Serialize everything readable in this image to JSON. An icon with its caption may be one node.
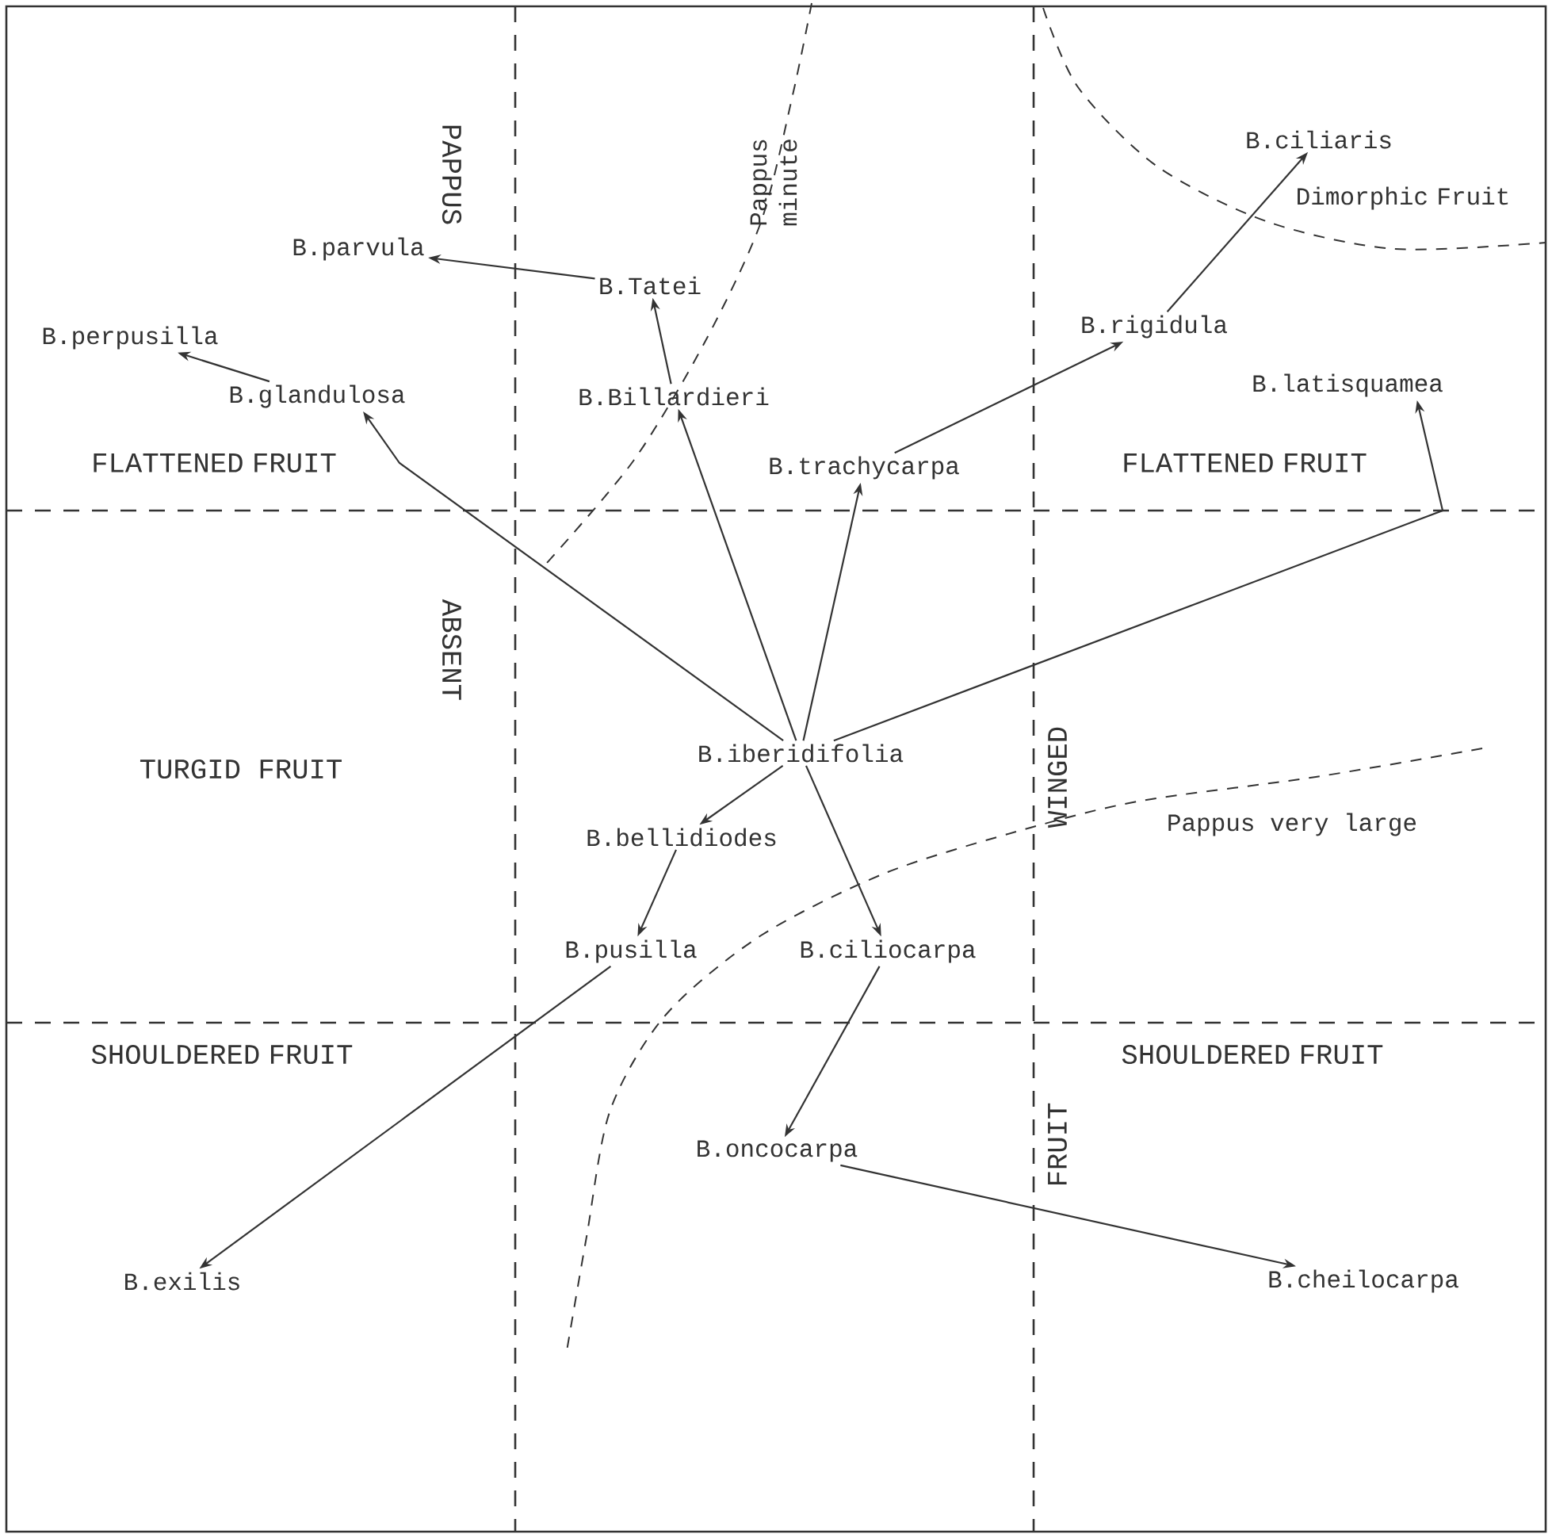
{
  "diagram": {
    "nodes": [
      {
        "text": [
          "B.ciliaris"
        ]
      },
      {
        "text": [
          "B.parvula"
        ]
      },
      {
        "text": [
          "B.Tatei"
        ]
      },
      {
        "text": [
          "B.rigidula"
        ]
      },
      {
        "text": [
          "B.perpusilla"
        ]
      },
      {
        "text": [
          "B.latisquamea"
        ]
      },
      {
        "text": [
          "B.glandulosa"
        ]
      },
      {
        "text": [
          "B.Billardieri"
        ]
      },
      {
        "text": [
          "B.trachycarpa"
        ]
      },
      {
        "text": [
          "B.iberidifolia"
        ]
      },
      {
        "text": [
          "B.bellidiodes"
        ]
      },
      {
        "text": [
          "B.pusilla"
        ]
      },
      {
        "text": [
          "B.ciliocarpa"
        ]
      },
      {
        "text": [
          "B.oncocarpa"
        ]
      },
      {
        "text": [
          "B.exilis"
        ]
      },
      {
        "text": [
          "B.cheilocarpa"
        ]
      }
    ],
    "edges": [
      {
        "from": 9,
        "to": 6,
        "arrow": "to"
      },
      {
        "from": 6,
        "to": 4,
        "arrow": "to"
      },
      {
        "from": 9,
        "to": 7,
        "arrow": "to"
      },
      {
        "from": 7,
        "to": 2,
        "arrow": "to"
      },
      {
        "from": 2,
        "to": 1,
        "arrow": "to"
      },
      {
        "from": 9,
        "to": 8,
        "arrow": "to"
      },
      {
        "from": 8,
        "to": 3,
        "arrow": "to"
      },
      {
        "from": 3,
        "to": 0,
        "arrow": "to"
      },
      {
        "from": 9,
        "to": 5,
        "arrow": "to"
      },
      {
        "from": 9,
        "to": 10,
        "arrow": "to"
      },
      {
        "from": 10,
        "to": 11,
        "arrow": "to"
      },
      {
        "from": 11,
        "to": 14,
        "arrow": "to"
      },
      {
        "from": 9,
        "to": 12,
        "arrow": "to"
      },
      {
        "from": 12,
        "to": 13,
        "arrow": "to"
      },
      {
        "from": 13,
        "to": 15,
        "arrow": "to"
      }
    ],
    "labels": [
      "PAPPUS",
      "Pappus minute",
      "Dimorphic Fruit",
      "FLATTENED FRUIT",
      "FLATTENED FRUIT",
      "ABSENT",
      "TURGID FRUIT",
      "WINGED",
      "Pappus very large",
      "SHOULDERED FRUIT",
      "SHOULDERED FRUIT",
      "FRUIT"
    ]
  }
}
